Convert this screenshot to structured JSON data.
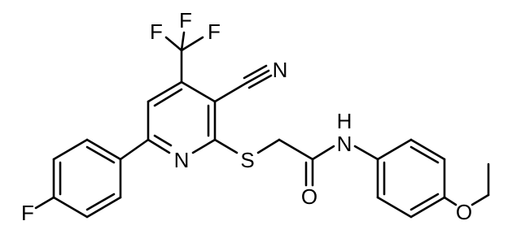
{
  "molecule": {
    "atoms": {
      "F1": "F",
      "F2": "F",
      "F3": "F",
      "N_nitrile": "N",
      "N_pyridine": "N",
      "S": "S",
      "N_amide": "N",
      "H_amide": "H",
      "O_carbonyl": "O",
      "O_ether": "O",
      "F_aryl": "F"
    }
  }
}
